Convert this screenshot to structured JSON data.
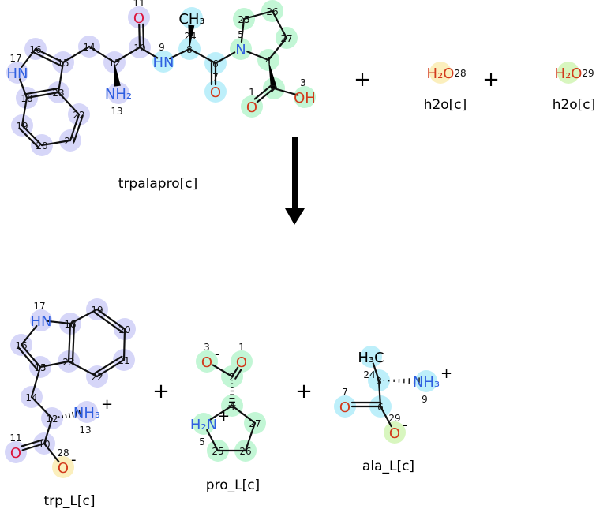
{
  "colors": {
    "trp": "#d6d6f8",
    "ala": "#bdeffa",
    "pro": "#c2f6d5",
    "water1": "#fbefbd",
    "water2": "#d8f6bf",
    "oxygen": "#d23a1c",
    "oxygen_carbonyl": "#dc143c",
    "nitrogen": "#2f5fe0"
  },
  "reaction": {
    "reactants": [
      {
        "id": "trpalapro",
        "name": "trpalapro[c]",
        "atoms": [
          {
            "n": "1",
            "label": "O",
            "el": "O",
            "group": "pro"
          },
          {
            "n": "2",
            "label": "",
            "el": "C",
            "group": "pro"
          },
          {
            "n": "3",
            "label": "OH",
            "el": "O",
            "group": "pro"
          },
          {
            "n": "4",
            "label": "",
            "el": "C",
            "group": "pro"
          },
          {
            "n": "5",
            "label": "N",
            "el": "N",
            "group": "pro"
          },
          {
            "n": "6",
            "label": "",
            "el": "C",
            "group": "ala"
          },
          {
            "n": "7",
            "label": "O",
            "el": "O",
            "group": "ala"
          },
          {
            "n": "8",
            "label": "",
            "el": "C",
            "group": "ala"
          },
          {
            "n": "9",
            "label": "HN",
            "el": "N",
            "group": "ala"
          },
          {
            "n": "10",
            "label": "",
            "el": "C",
            "group": "trp"
          },
          {
            "n": "11",
            "label": "O",
            "el": "O",
            "group": "trp"
          },
          {
            "n": "12",
            "label": "",
            "el": "C",
            "group": "trp"
          },
          {
            "n": "13",
            "label": "NH₂",
            "el": "N",
            "group": "trp"
          },
          {
            "n": "14",
            "label": "",
            "el": "C",
            "group": "trp"
          },
          {
            "n": "15",
            "label": "",
            "el": "C",
            "group": "trp"
          },
          {
            "n": "16",
            "label": "",
            "el": "C",
            "group": "trp"
          },
          {
            "n": "17",
            "label": "HN",
            "el": "N",
            "group": "trp"
          },
          {
            "n": "18",
            "label": "",
            "el": "C",
            "group": "trp"
          },
          {
            "n": "19",
            "label": "",
            "el": "C",
            "group": "trp"
          },
          {
            "n": "20",
            "label": "",
            "el": "C",
            "group": "trp"
          },
          {
            "n": "21",
            "label": "",
            "el": "C",
            "group": "trp"
          },
          {
            "n": "22",
            "label": "",
            "el": "C",
            "group": "trp"
          },
          {
            "n": "23",
            "label": "",
            "el": "C",
            "group": "trp"
          },
          {
            "n": "24",
            "label": "CH₃",
            "el": "C",
            "group": "ala"
          },
          {
            "n": "25",
            "label": "",
            "el": "C",
            "group": "pro"
          },
          {
            "n": "26",
            "label": "",
            "el": "C",
            "group": "pro"
          },
          {
            "n": "27",
            "label": "",
            "el": "C",
            "group": "pro"
          }
        ]
      },
      {
        "id": "h2o_a",
        "name": "h2o[c]",
        "atoms": [
          {
            "n": "28",
            "label": "H₂O",
            "el": "O",
            "group": "water1"
          }
        ]
      },
      {
        "id": "h2o_b",
        "name": "h2o[c]",
        "atoms": [
          {
            "n": "29",
            "label": "H₂O",
            "el": "O",
            "group": "water2"
          }
        ]
      }
    ],
    "products": [
      {
        "id": "trp_L",
        "name": "trp_L[c]",
        "atoms": [
          {
            "n": "10",
            "label": "",
            "el": "C",
            "group": "trp"
          },
          {
            "n": "11",
            "label": "O",
            "el": "O",
            "group": "trp"
          },
          {
            "n": "12",
            "label": "",
            "el": "C",
            "group": "trp"
          },
          {
            "n": "13",
            "label": "NH₃",
            "charge": "+",
            "el": "N",
            "group": "trp"
          },
          {
            "n": "14",
            "label": "",
            "el": "C",
            "group": "trp"
          },
          {
            "n": "15",
            "label": "",
            "el": "C",
            "group": "trp"
          },
          {
            "n": "16",
            "label": "",
            "el": "C",
            "group": "trp"
          },
          {
            "n": "17",
            "label": "HN",
            "el": "N",
            "group": "trp"
          },
          {
            "n": "18",
            "label": "",
            "el": "C",
            "group": "trp"
          },
          {
            "n": "19",
            "label": "",
            "el": "C",
            "group": "trp"
          },
          {
            "n": "20",
            "label": "",
            "el": "C",
            "group": "trp"
          },
          {
            "n": "21",
            "label": "",
            "el": "C",
            "group": "trp"
          },
          {
            "n": "22",
            "label": "",
            "el": "C",
            "group": "trp"
          },
          {
            "n": "23",
            "label": "",
            "el": "C",
            "group": "trp"
          },
          {
            "n": "28",
            "label": "O",
            "charge": "-",
            "el": "O",
            "group": "water1"
          }
        ]
      },
      {
        "id": "pro_L",
        "name": "pro_L[c]",
        "atoms": [
          {
            "n": "1",
            "label": "O",
            "el": "O",
            "group": "pro"
          },
          {
            "n": "2",
            "label": "",
            "el": "C",
            "group": "pro"
          },
          {
            "n": "3",
            "label": "O",
            "charge": "-",
            "el": "O",
            "group": "pro"
          },
          {
            "n": "4",
            "label": "",
            "el": "C",
            "group": "pro"
          },
          {
            "n": "5",
            "label": "H₂N",
            "charge": "+",
            "el": "N",
            "group": "pro"
          },
          {
            "n": "25",
            "label": "",
            "el": "C",
            "group": "pro"
          },
          {
            "n": "26",
            "label": "",
            "el": "C",
            "group": "pro"
          },
          {
            "n": "27",
            "label": "",
            "el": "C",
            "group": "pro"
          }
        ]
      },
      {
        "id": "ala_L",
        "name": "ala_L[c]",
        "atoms": [
          {
            "n": "6",
            "label": "",
            "el": "C",
            "group": "ala"
          },
          {
            "n": "7",
            "label": "O",
            "el": "O",
            "group": "ala"
          },
          {
            "n": "8",
            "label": "",
            "el": "C",
            "group": "ala"
          },
          {
            "n": "9",
            "label": "NH₃",
            "charge": "+",
            "el": "N",
            "group": "ala"
          },
          {
            "n": "24",
            "label": "H₃C",
            "el": "C",
            "group": "ala"
          },
          {
            "n": "29",
            "label": "O",
            "charge": "-",
            "el": "O",
            "group": "water2"
          }
        ]
      }
    ],
    "operator_plus": "+"
  }
}
